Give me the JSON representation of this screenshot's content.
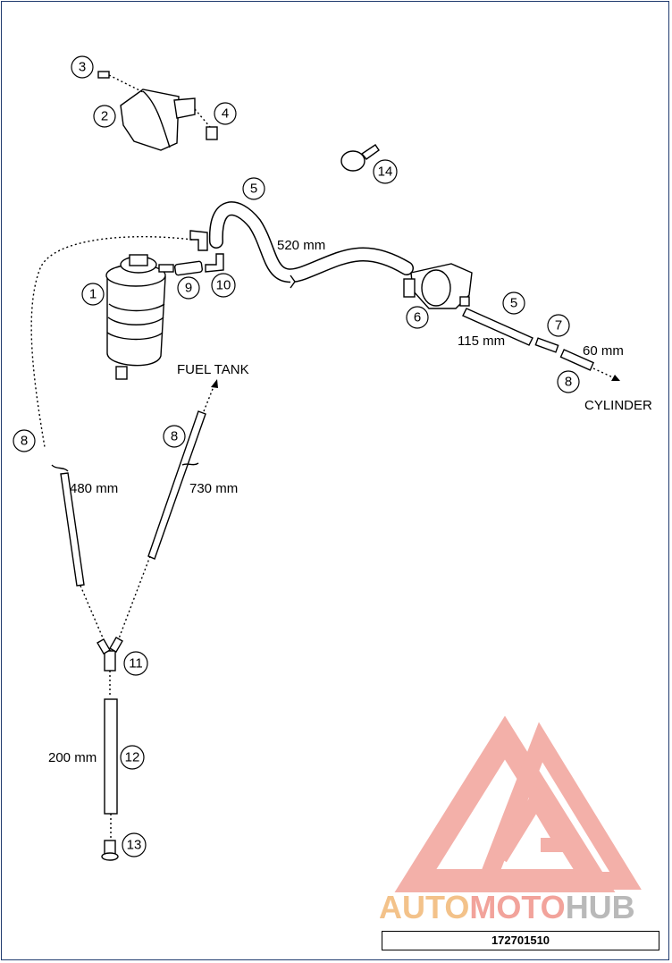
{
  "diagram": {
    "callouts": [
      "1",
      "2",
      "3",
      "4",
      "5",
      "5",
      "6",
      "7",
      "8",
      "8",
      "8",
      "9",
      "10",
      "11",
      "12",
      "13",
      "14"
    ],
    "dimensions": {
      "hose_5_upper": "520 mm",
      "hose_5_lower": "115 mm",
      "hose_8_right": "60 mm",
      "hose_8_left": "480 mm",
      "hose_8_middle": "730 mm",
      "hose_12": "200 mm"
    },
    "destinations": {
      "fuel_tank": "FUEL TANK",
      "cylinder": "CYLINDER"
    },
    "reference_number": "172701510"
  },
  "watermark": {
    "part1": "AUTO",
    "part2": "MOTO",
    "part3": "HUB"
  },
  "colors": {
    "frame": "#1f3a6e",
    "logo_red": "#f2a39b",
    "logo_orange": "#f3c28a",
    "logo_gray": "#b9b9b9"
  }
}
